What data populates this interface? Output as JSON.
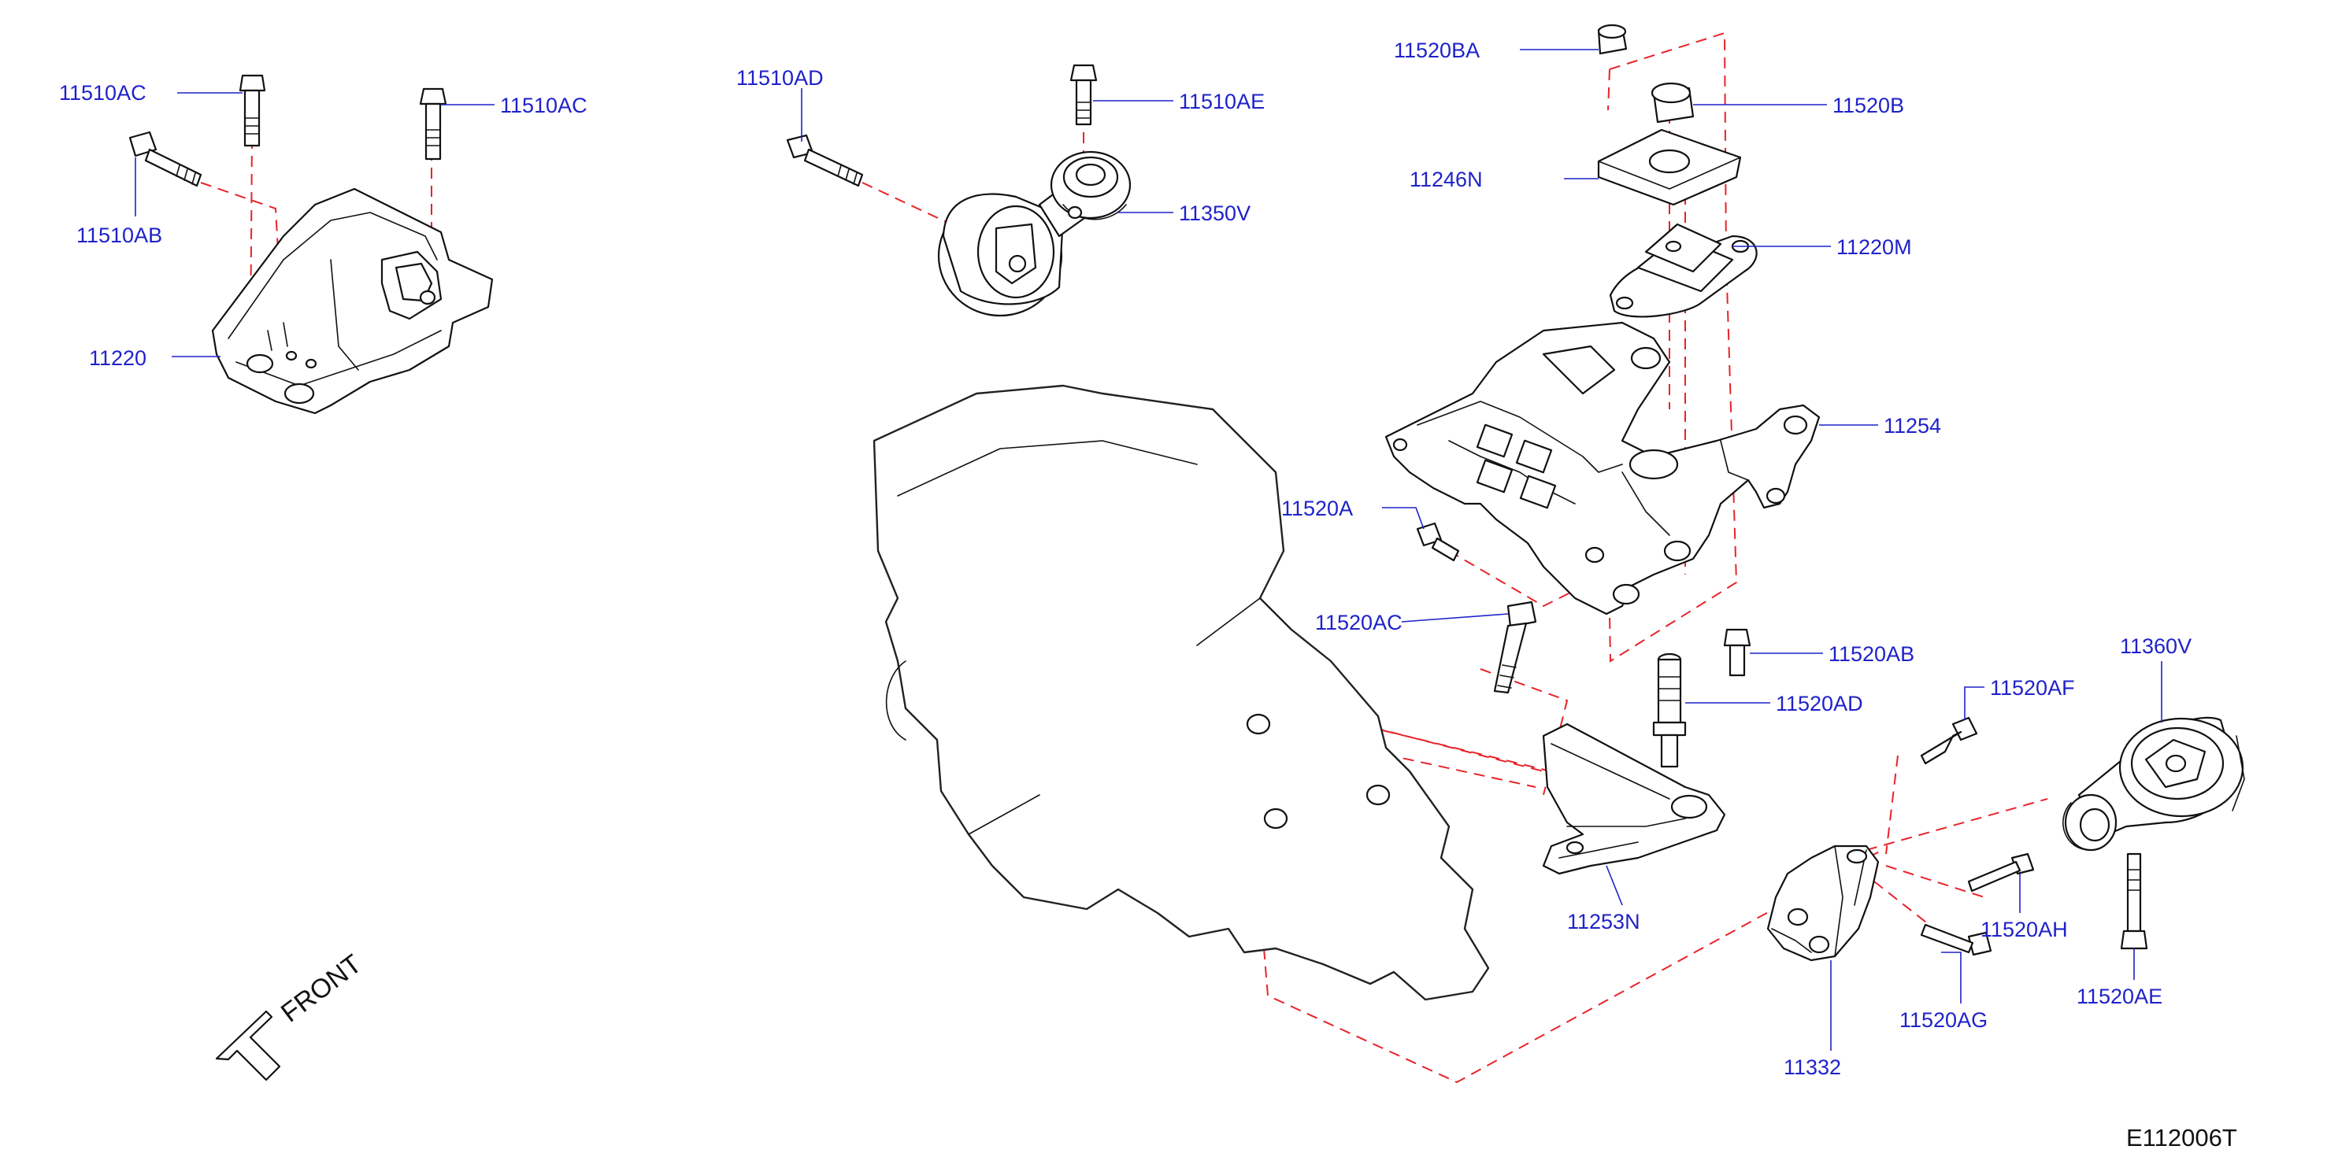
{
  "diagram": {
    "code": "E112006T",
    "front_label": "FRONT",
    "colors": {
      "callout": "#1f22c9",
      "guide_dash": "#e8232a",
      "outline": "#111111"
    },
    "callouts": {
      "p11510AC_left": "11510AC",
      "p11510AC_right": "11510AC",
      "p11510AB": "11510AB",
      "p11220": "11220",
      "p11510AD": "11510AD",
      "p11510AE": "11510AE",
      "p11350V": "11350V",
      "p11520BA": "11520BA",
      "p11520B": "11520B",
      "p11246N": "11246N",
      "p11220M": "11220M",
      "p11254": "11254",
      "p11520A": "11520A",
      "p11520AC": "11520AC",
      "p11520AB": "11520AB",
      "p11520AD": "11520AD",
      "p11520AF": "11520AF",
      "p11360V": "11360V",
      "p11253N": "11253N",
      "p11520AH": "11520AH",
      "p11520AG": "11520AG",
      "p11520AE": "11520AE",
      "p11332": "11332"
    },
    "icons": {
      "front": "front-arrow-icon"
    }
  }
}
